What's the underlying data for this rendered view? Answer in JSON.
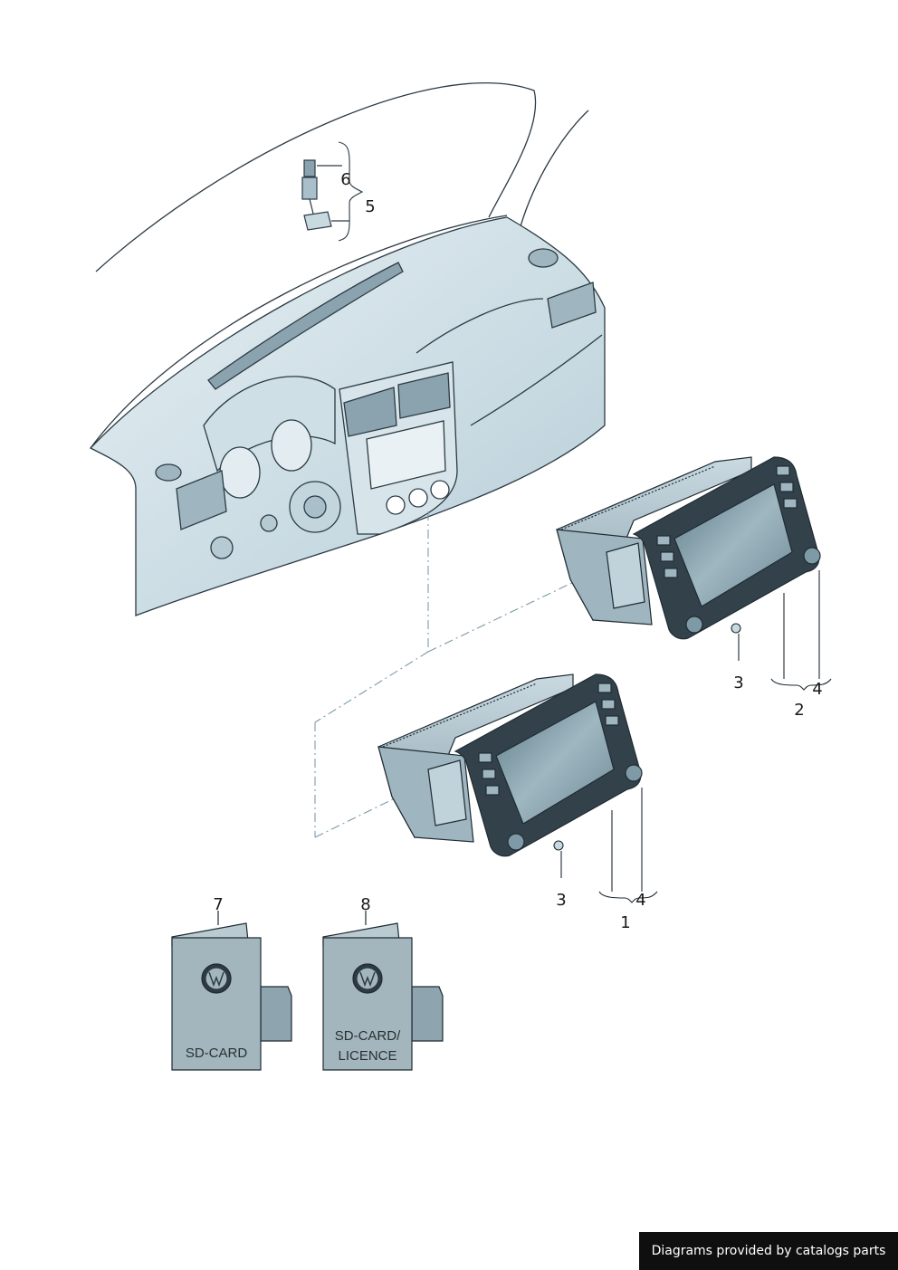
{
  "callouts": {
    "c1": "1",
    "c2": "2",
    "c3a": "3",
    "c3b": "3",
    "c4a": "4",
    "c4b": "4",
    "c5": "5",
    "c6": "6",
    "c7": "7",
    "c8": "8"
  },
  "cards": {
    "card7": {
      "line1": "SD-CARD"
    },
    "card8": {
      "line1": "SD-CARD/",
      "line2": "LICENCE"
    }
  },
  "footer": {
    "text": "Diagrams provided by catalogs parts"
  },
  "colors": {
    "line": "#2b3a44",
    "fill_light": "#dbe8ee",
    "fill_mid": "#b8cfd9",
    "fill_dark": "#6f8793",
    "screen": "#7e9aa6",
    "card": "#a3b6be",
    "dash": "#7d9aa9"
  }
}
